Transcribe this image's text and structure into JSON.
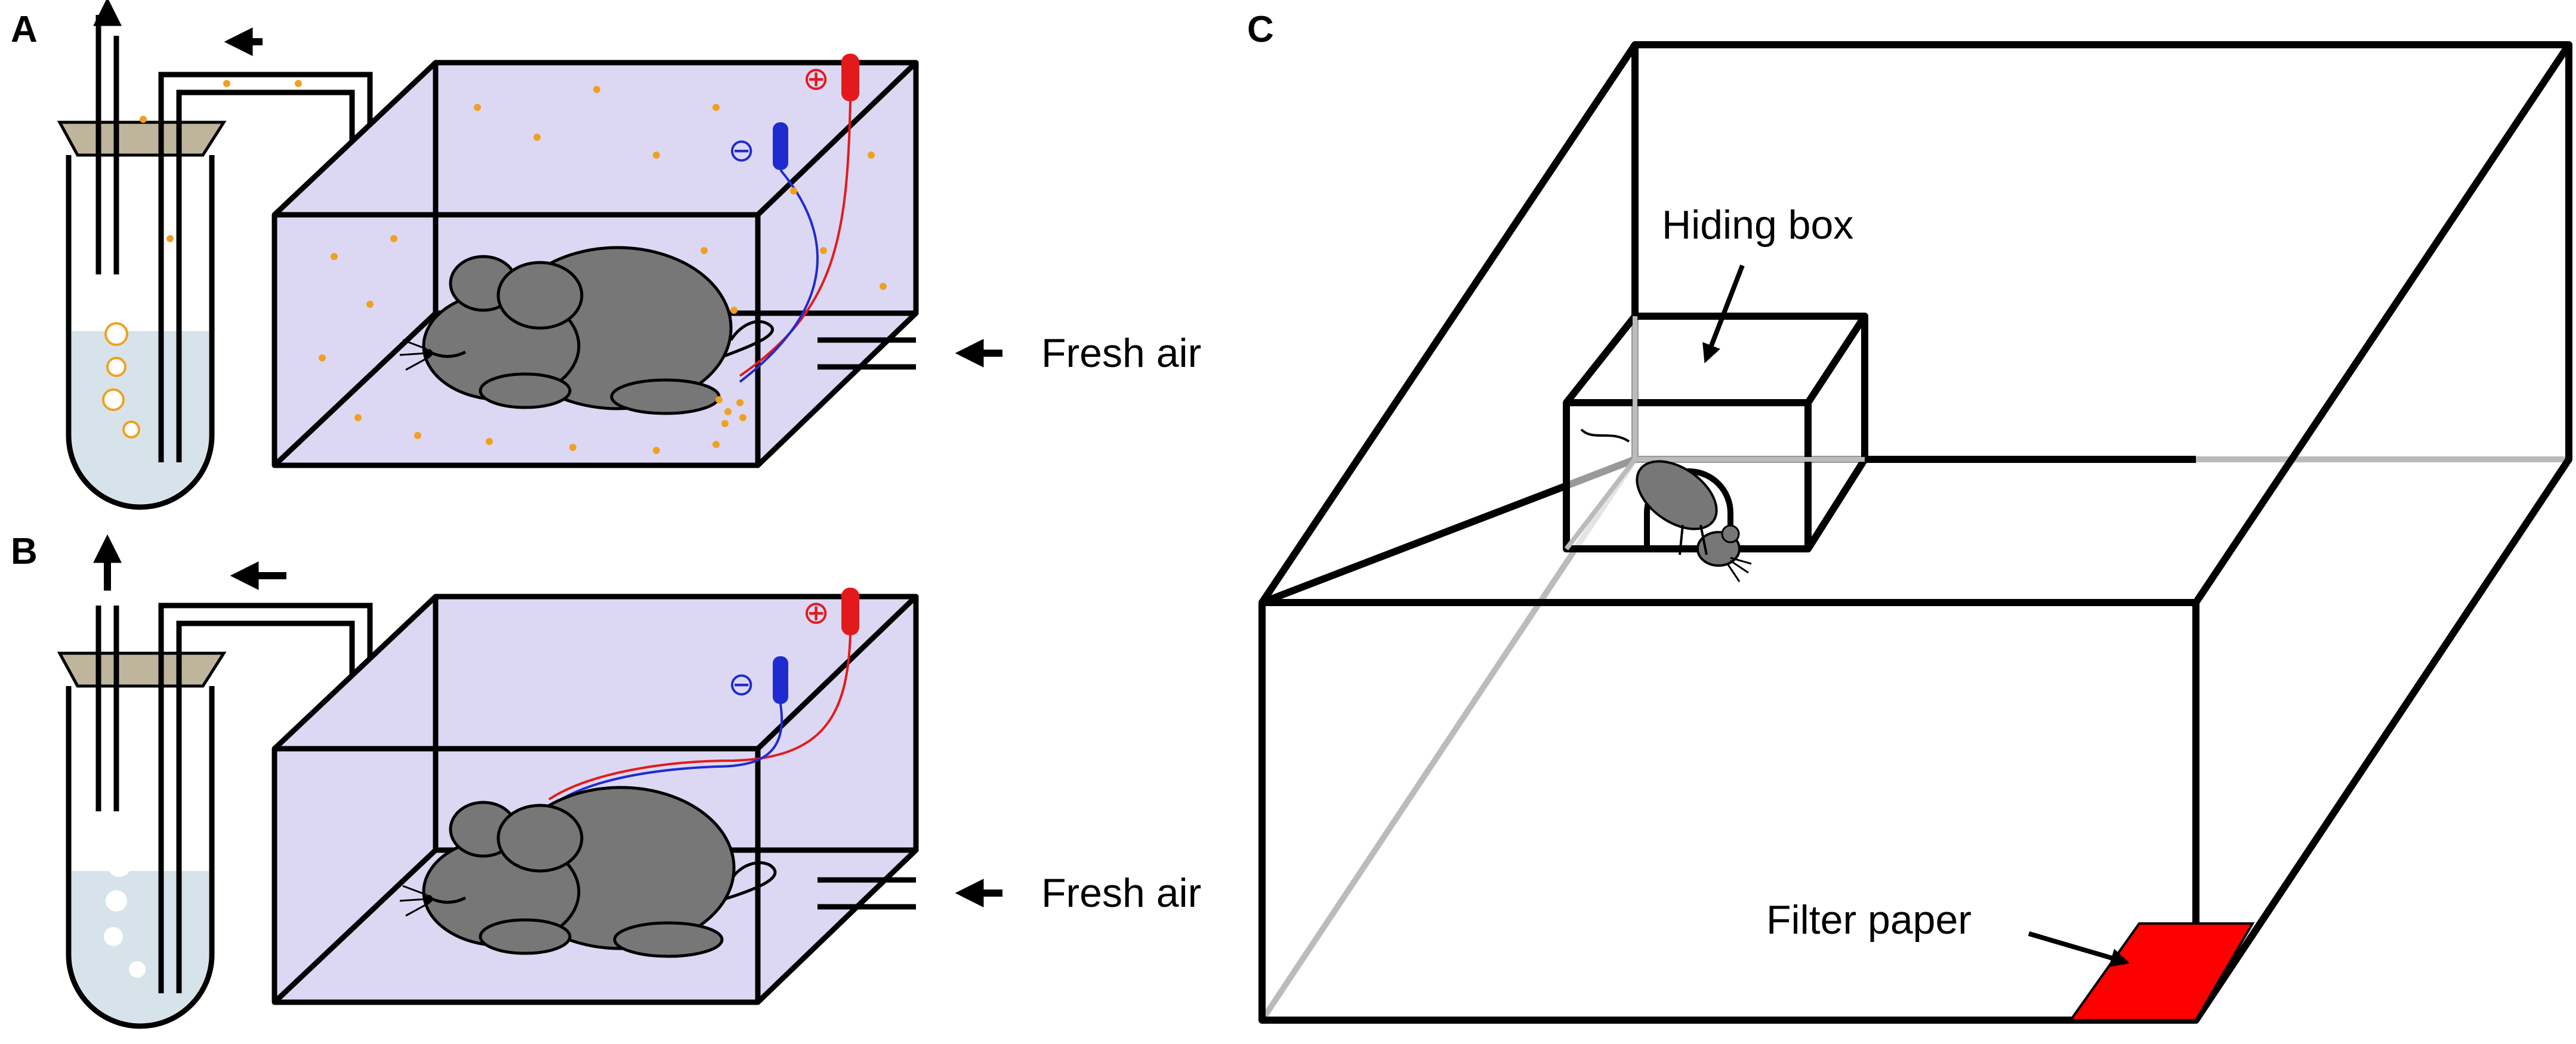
{
  "panels": {
    "a": {
      "letter": "A",
      "fresh_air": "Fresh air",
      "plus_sign": "⊕",
      "minus_sign": "⊖"
    },
    "b": {
      "letter": "B",
      "fresh_air": "Fresh air",
      "plus_sign": "⊕",
      "minus_sign": "⊖"
    },
    "c": {
      "letter": "C",
      "hiding_box": "Hiding box",
      "filter_paper": "Filter paper"
    }
  },
  "colors": {
    "chamber_fill": "#dcd8f3",
    "liquid_fill": "#d7e3ea",
    "stopper": "#bfb59d",
    "mouse_fill": "#777777",
    "odor_dots": "#f0a020",
    "electrode_plus": "#e31a1c",
    "electrode_minus": "#1f2bd0",
    "filter_paper": "#ff0000"
  }
}
